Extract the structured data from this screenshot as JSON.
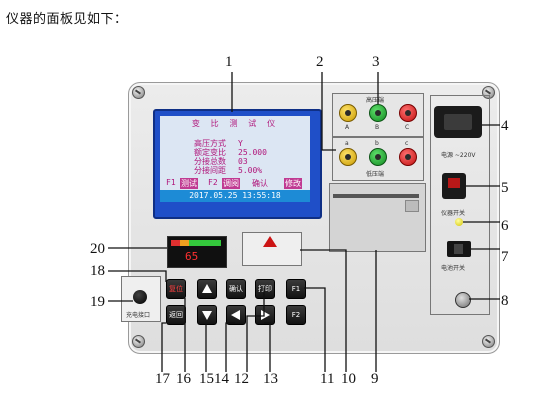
{
  "caption": "仪器的面板见如下：",
  "lcd": {
    "title": "变 比 测 试 仪",
    "rows": [
      {
        "key": "高压方式",
        "value": "Y"
      },
      {
        "key": "额定变比",
        "value": "25.000"
      },
      {
        "key": "分接总数",
        "value": "03"
      },
      {
        "key": "分接间距",
        "value": "5.00%"
      }
    ],
    "bar": [
      "F1",
      "测试",
      "F2",
      "调阅",
      "确认",
      "修改"
    ],
    "datetime": "2017.05.25  13:55:18"
  },
  "sockets_high": {
    "label": "高压端",
    "letters": [
      "A",
      "B",
      "C"
    ]
  },
  "sockets_low": {
    "label": "低压端",
    "letters": [
      "a",
      "b",
      "c"
    ]
  },
  "power_label": "电源 ~220V",
  "power_switch_label": "仪器开关",
  "battery_switch_label": "电池开关",
  "meter_display": "65",
  "buttons": {
    "back": "返回",
    "confirm": "确认",
    "print": "打印",
    "f1": "F1",
    "f2": "F2",
    "reset": "复位"
  },
  "charge_label": "充电接口",
  "callouts": [
    "1",
    "2",
    "3",
    "4",
    "5",
    "6",
    "7",
    "8",
    "9",
    "10",
    "11",
    "12",
    "13",
    "14",
    "15",
    "16",
    "17",
    "18",
    "19",
    "20"
  ]
}
